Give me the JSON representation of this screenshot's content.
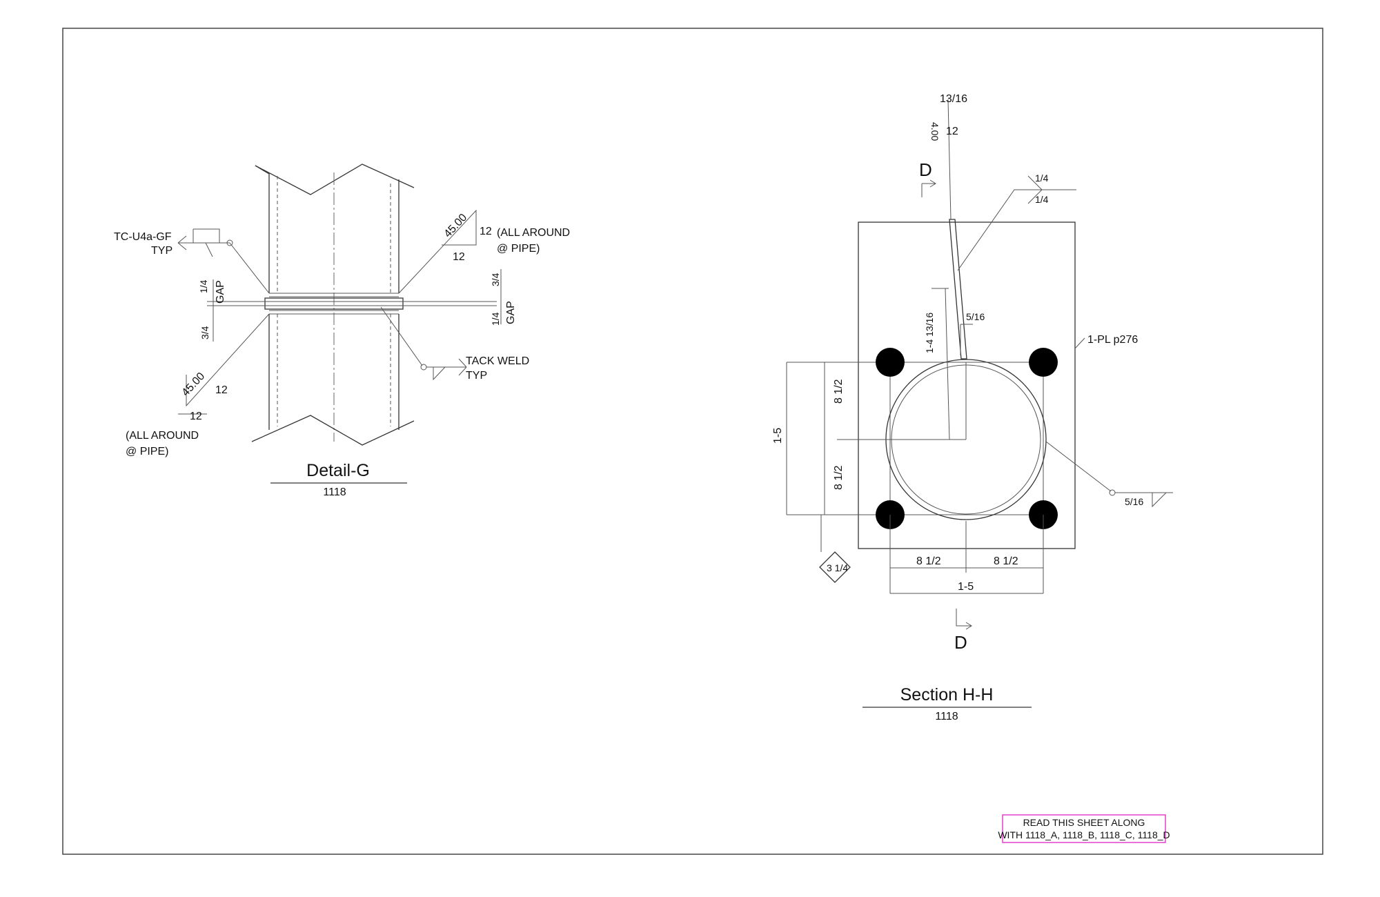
{
  "detail_g": {
    "title": "Detail-G",
    "ref": "1118",
    "callouts": {
      "tc_u4a": "TC-U4a-GF",
      "typ_1": "TYP",
      "angle_top": "45.00",
      "twelve_a": "12",
      "twelve_b": "12",
      "all_around_1": "(ALL AROUND",
      "at_pipe_1": "@ PIPE)",
      "frac_3_4_top": "3/4",
      "frac_1_4_left": "1/4",
      "gap_left": "GAP",
      "frac_1_4_right": "1/4",
      "gap_right": "GAP",
      "frac_3_4_left": "3/4",
      "tack_weld": "TACK WELD",
      "typ_2": "TYP",
      "angle_bottom": "45.00",
      "twelve_c": "12",
      "twelve_d": "12",
      "all_around_2": "(ALL AROUND",
      "at_pipe_2": "@ PIPE)"
    }
  },
  "section_hh": {
    "title": "Section H-H",
    "ref": "1118",
    "callouts": {
      "frac_13_16": "13/16",
      "angle_4": "4.00",
      "twelve": "12",
      "section_d_top": "D",
      "section_d_bottom": "D",
      "weld_1_4_top": "1/4",
      "weld_1_4_bottom": "1/4",
      "dim_1_4_13_16": "1-4 13/16",
      "weld_5_16": "5/16",
      "plate_label": "1-PL p276",
      "dim_8_half_v1": "8 1/2",
      "dim_8_half_v2": "8 1/2",
      "dim_1_5_v": "1-5",
      "dim_8_half_h1": "8 1/2",
      "dim_8_half_h2": "8 1/2",
      "dim_1_5_h": "1-5",
      "diamond_3_1_4": "3 1/4",
      "weld_5_16_right": "5/16"
    }
  },
  "note": {
    "line1": "READ THIS SHEET ALONG",
    "line2": "WITH 1118_A, 1118_B, 1118_C, 1118_D",
    "border_color": "#e040c8"
  }
}
